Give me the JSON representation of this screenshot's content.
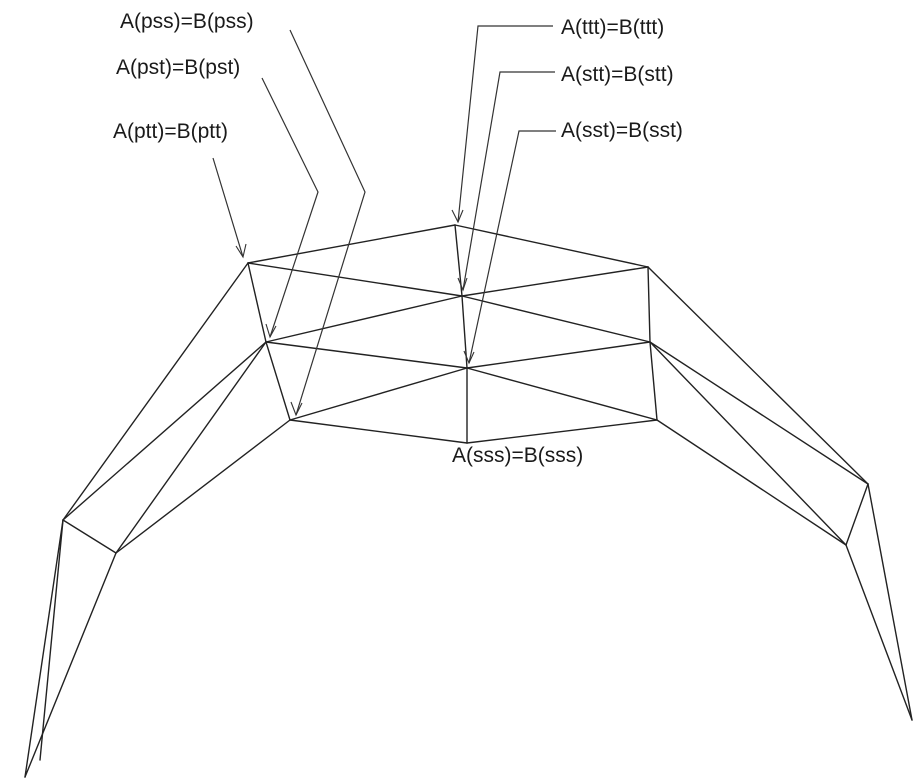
{
  "labels": {
    "pss": "A(pss)=B(pss)",
    "pst": "A(pst)=B(pst)",
    "ptt": "A(ptt)=B(ptt)",
    "ttt": "A(ttt)=B(ttt)",
    "stt": "A(stt)=B(stt)",
    "sst": "A(sst)=B(sst)",
    "sss": "A(sss)=B(sss)"
  },
  "colors": {
    "line": "#222222",
    "text": "#1a1a1a",
    "background": "#ffffff"
  }
}
